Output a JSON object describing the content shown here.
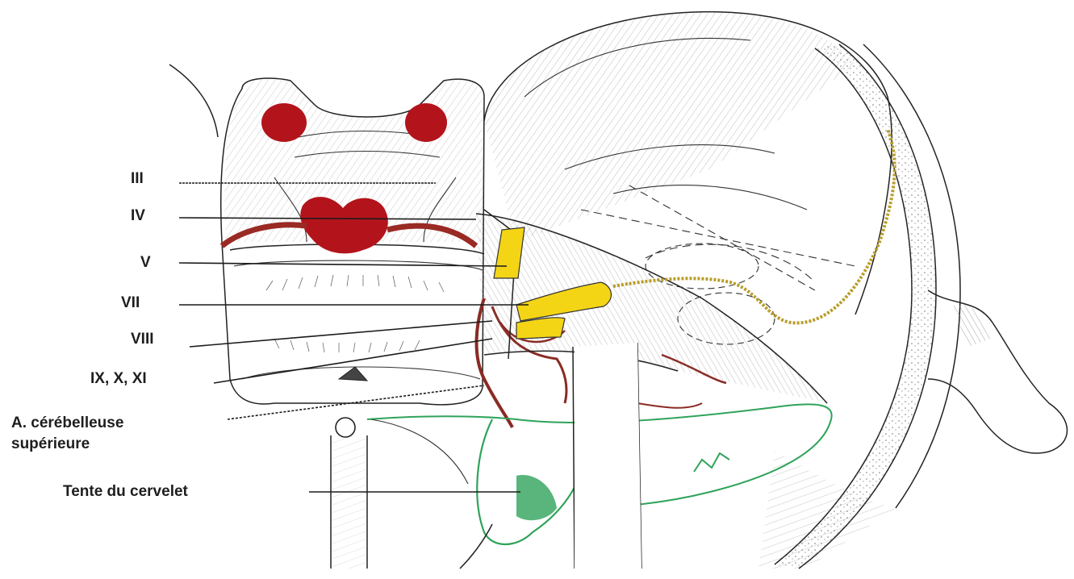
{
  "labels": {
    "iii": "III",
    "iv": "IV",
    "v": "V",
    "vii": "VII",
    "viii": "VIII",
    "ix_x_xi": "IX, X, XI",
    "cerebelleuse_line1": "A. cérébelleuse",
    "cerebelleuse_line2": "supérieure",
    "tente": "Tente du cervelet"
  },
  "colors": {
    "nucleus_red": "#b3141b",
    "artery_red": "#9a2a24",
    "nerve_yellow": "#f3d516",
    "tentorium_green": "#2fa35a",
    "ink": "#222222",
    "background": "#ffffff"
  }
}
